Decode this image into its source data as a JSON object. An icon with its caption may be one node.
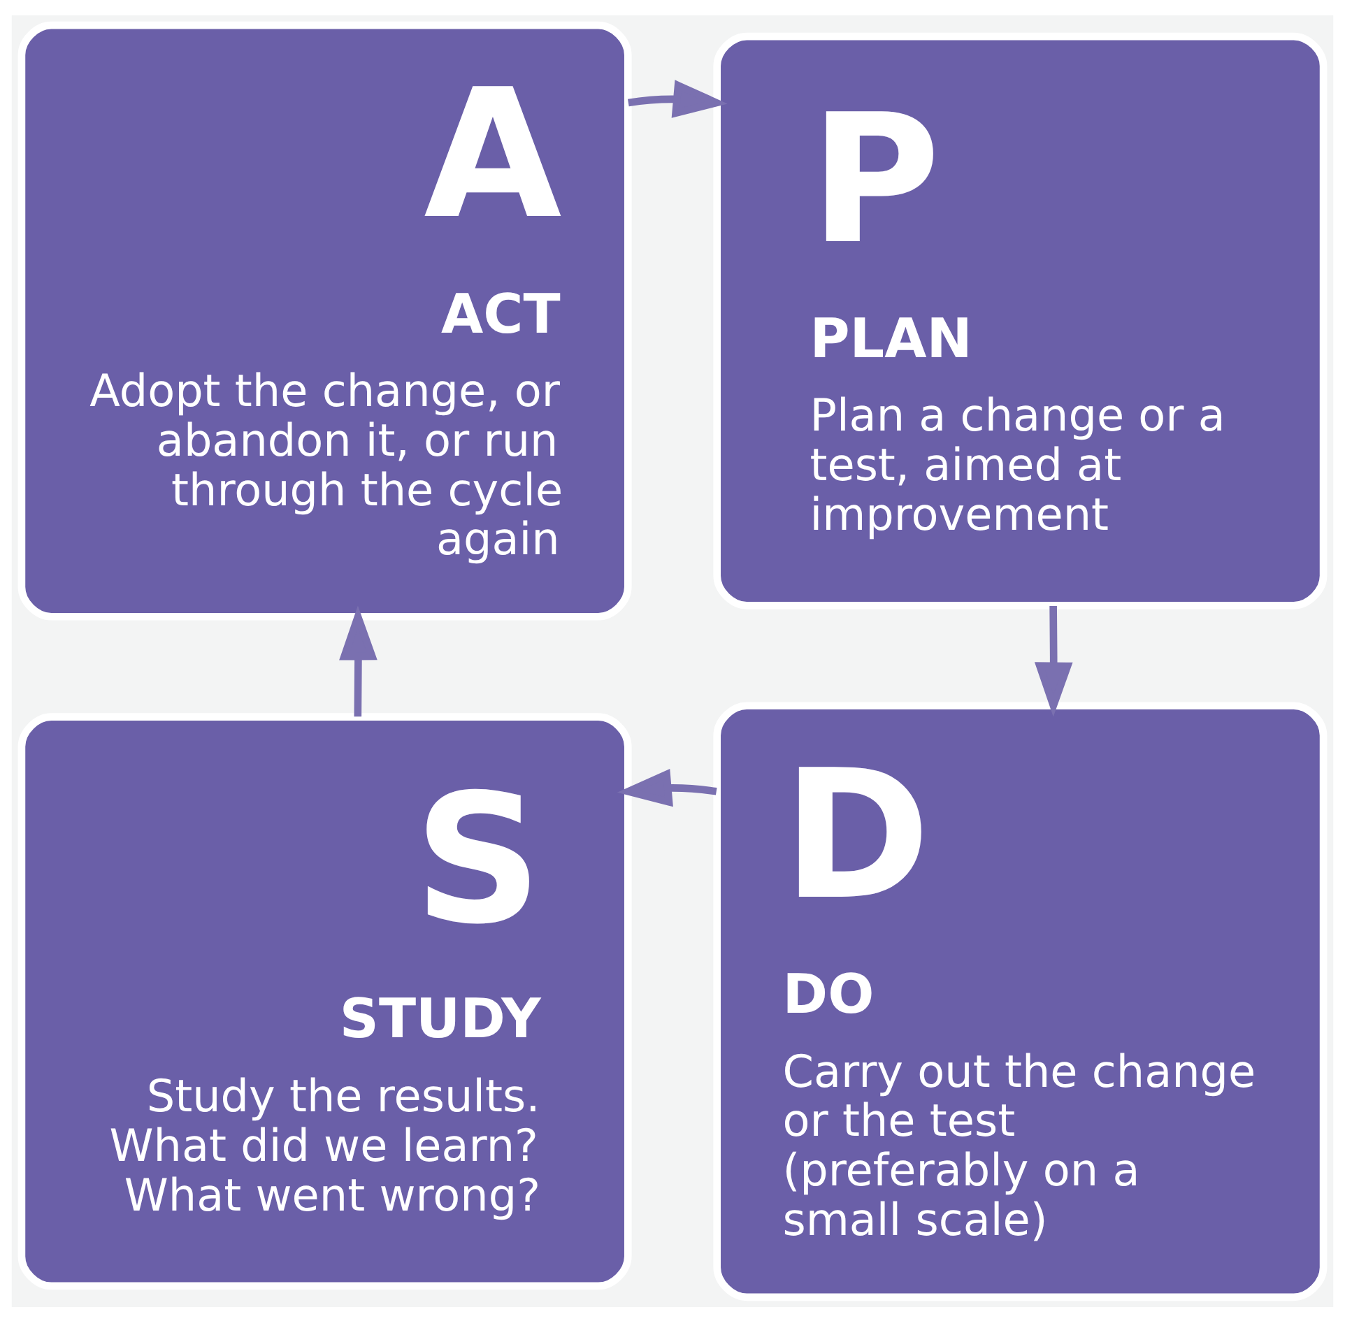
{
  "diagram": {
    "nodes": [
      {
        "text": [
          "A",
          "ACT",
          "Adopt the change, or abandon it, or run through the cycle again"
        ]
      },
      {
        "text": [
          "P",
          "PLAN",
          "Plan a change or a test, aimed at improvement"
        ]
      },
      {
        "text": [
          "S",
          "STUDY",
          "Study the results. What did we learn? What went wrong?"
        ]
      },
      {
        "text": [
          "D",
          "DO",
          "Carry out the change or the test (preferably on a small scale)"
        ]
      }
    ],
    "edges": [
      {
        "from": 0,
        "to": 1,
        "arrow": "to"
      },
      {
        "from": 1,
        "to": 3,
        "arrow": "to"
      },
      {
        "from": 3,
        "to": 2,
        "arrow": "to"
      },
      {
        "from": 2,
        "to": 0,
        "arrow": "to"
      }
    ]
  }
}
